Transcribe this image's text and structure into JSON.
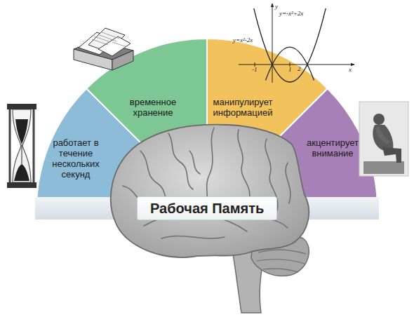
{
  "diagram": {
    "nodes": [
      {
        "text": [
          "работает в течение нескольких секунд"
        ]
      },
      {
        "text": [
          "временное хранение"
        ]
      },
      {
        "text": [
          "манипулирует информацией"
        ]
      },
      {
        "text": [
          "акцентирует внимание"
        ]
      },
      {
        "text": [
          "Рабочая Память"
        ]
      }
    ],
    "labels": [
      "y",
      "x",
      "-1",
      "1",
      "2",
      "y=x²-2x",
      "y=-x²+2x"
    ]
  }
}
